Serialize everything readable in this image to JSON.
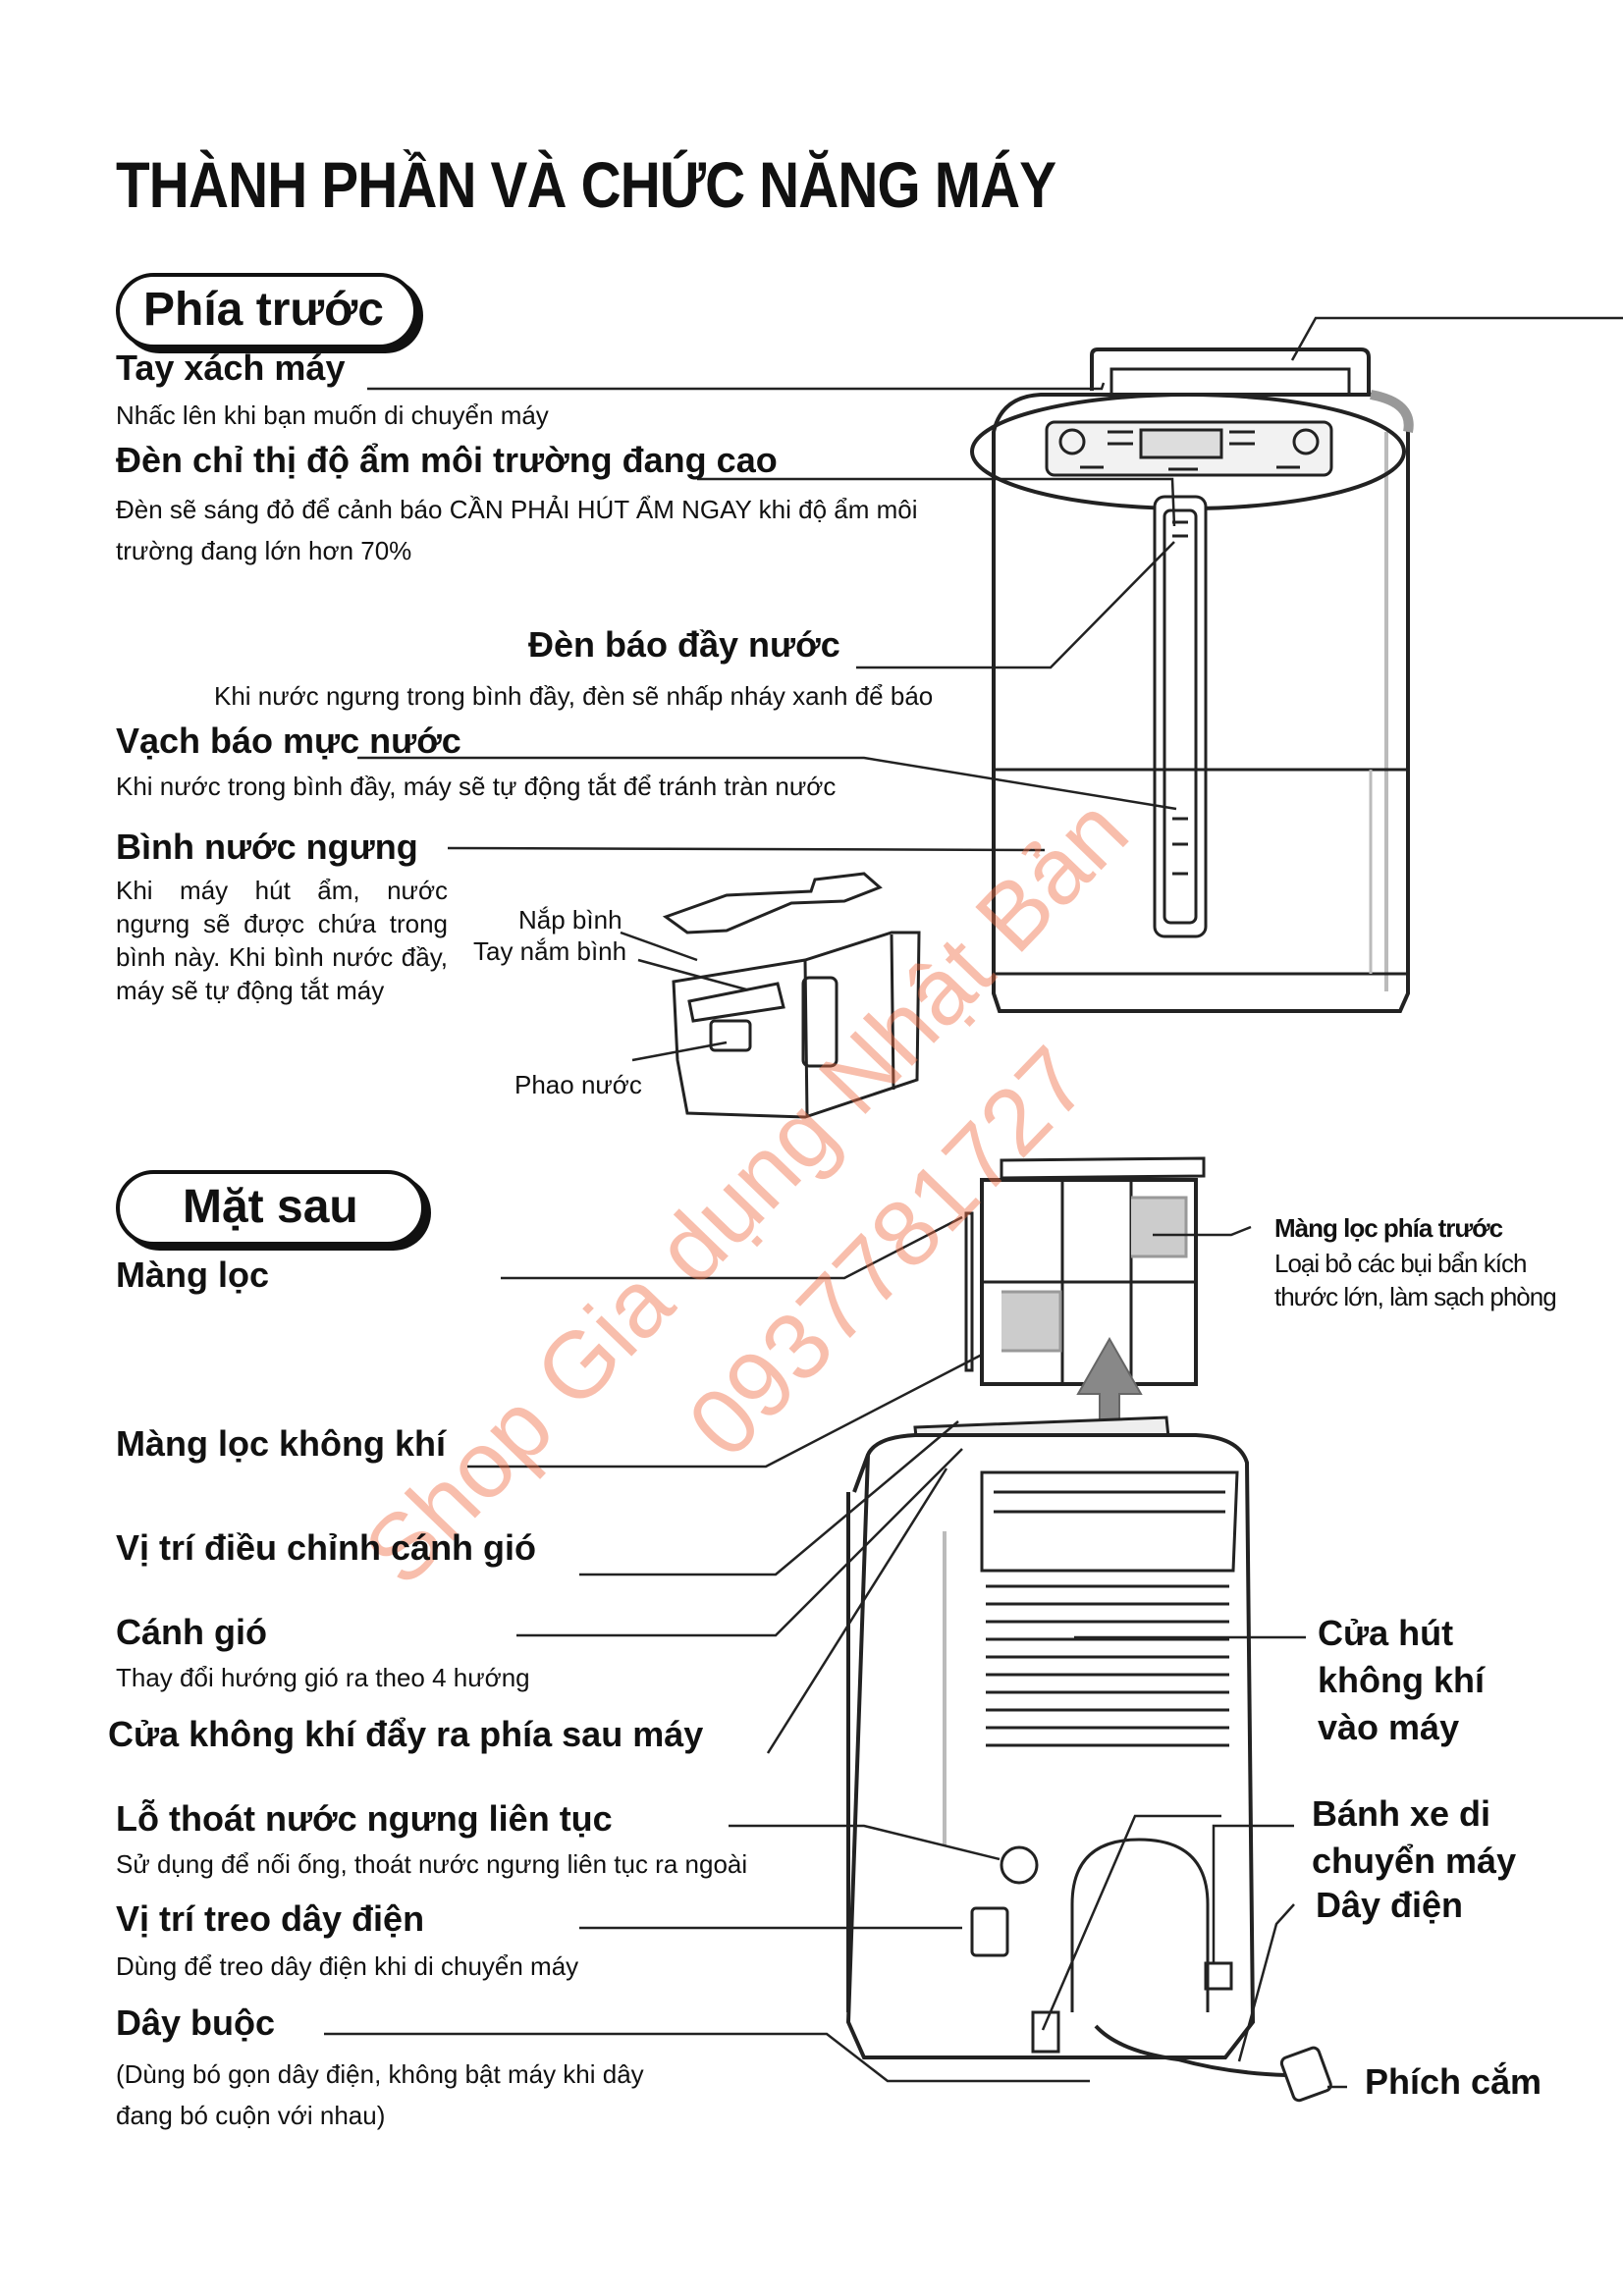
{
  "page": {
    "title": "THÀNH PHẦN VÀ CHỨC NĂNG MÁY"
  },
  "front": {
    "section_label": "Phía trước",
    "handle": {
      "title": "Tay xách máy",
      "desc": "Nhấc lên khi bạn muốn di chuyển máy"
    },
    "humidity_light": {
      "title": "Đèn chỉ thị độ ẩm môi trường đang cao",
      "desc": "Đèn sẽ sáng đỏ để cảnh báo CẦN PHẢI HÚT ẨM NGAY khi độ ẩm môi trường đang lớn hơn 70%"
    },
    "full_light": {
      "title": "Đèn báo đầy nước",
      "desc": "Khi nước ngưng trong bình đầy, đèn sẽ nhấp nháy xanh để báo"
    },
    "water_level": {
      "title": "Vạch báo mực nước",
      "desc": "Khi nước trong bình đầy, máy sẽ tự động tắt để tránh tràn nước"
    },
    "tank": {
      "title": "Bình nước ngưng",
      "desc": "Khi máy hút ẩm, nước ngưng sẽ được chứa trong bình này. Khi bình nước đầy, máy sẽ tự động tắt máy"
    },
    "tank_lid": "Nắp bình",
    "tank_handle": "Tay nắm bình",
    "float": "Phao nước"
  },
  "back": {
    "section_label": "Mặt sau",
    "filter": {
      "title": "Màng lọc"
    },
    "front_filter": {
      "title": "Màng lọc phía trước",
      "desc": "Loại bỏ các bụi bẩn kích thước lớn, làm sạch phòng"
    },
    "air_filter": {
      "title": "Màng lọc không khí"
    },
    "louver_adjust": {
      "title": "Vị trí điều chỉnh cánh gió"
    },
    "louver": {
      "title": "Cánh gió",
      "desc": "Thay đổi hướng gió ra theo 4 hướng"
    },
    "outlet": {
      "title": "Cửa không khí đẩy ra phía sau máy"
    },
    "drain": {
      "title": "Lỗ thoát nước ngưng liên tục",
      "desc": "Sử dụng để nối ống, thoát nước ngưng liên tục ra ngoài"
    },
    "cord_hook": {
      "title": "Vị trí treo dây điện",
      "desc": "Dùng để treo dây điện khi di chuyển máy"
    },
    "tie": {
      "title": "Dây buộc",
      "desc": "(Dùng bó gọn dây điện, không bật máy khi dây đang bó cuộn với nhau)"
    },
    "intake": {
      "title": "Cửa hút không khí vào máy"
    },
    "casters": {
      "title": "Bánh xe di chuyển máy"
    },
    "cord": {
      "title": "Dây điện"
    },
    "plug": {
      "title": "Phích cắm"
    }
  },
  "watermark": {
    "line1": "Shop Gia dụng Nhật Bản",
    "line2": "0937781727"
  }
}
